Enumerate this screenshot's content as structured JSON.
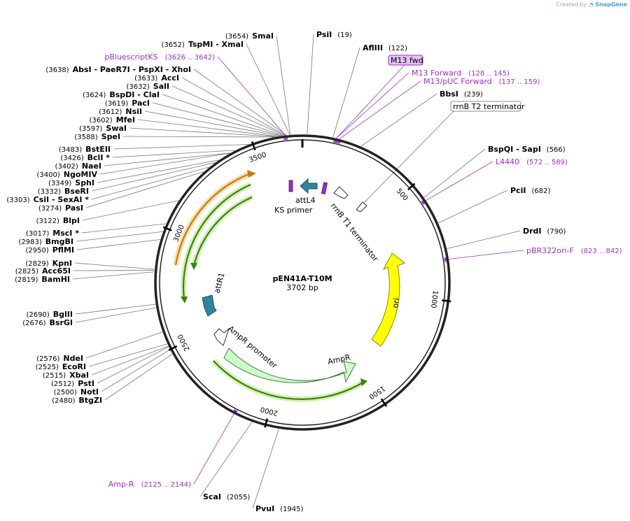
{
  "credit": {
    "prefix": "Created by",
    "brand": "SnapGene"
  },
  "plasmid": {
    "name": "pEN41A-T10M",
    "size_label": "3702 bp",
    "length": 3702
  },
  "ticks": [
    {
      "bp": 500,
      "label": "500"
    },
    {
      "bp": 1000,
      "label": "1000"
    },
    {
      "bp": 1500,
      "label": "1500"
    },
    {
      "bp": 2000,
      "label": "2000"
    },
    {
      "bp": 2500,
      "label": "2500"
    },
    {
      "bp": 3000,
      "label": "3000"
    },
    {
      "bp": 3500,
      "label": "3500"
    }
  ],
  "sites_right": [
    {
      "name": "PsiI",
      "pos": "(19)",
      "bp": 19
    },
    {
      "name": "AflIII",
      "pos": "(122)",
      "bp": 122
    },
    {
      "name": "BbsI",
      "pos": "(239)",
      "bp": 239
    },
    {
      "name": "BspQI   - SapI",
      "pos": "(566)",
      "bp": 566
    },
    {
      "name": "PciI",
      "pos": "(682)",
      "bp": 682
    },
    {
      "name": "DrdI",
      "pos": "(790)",
      "bp": 790
    },
    {
      "name": "PvuI",
      "pos": "(1945)",
      "bp": 1945
    },
    {
      "name": "ScaI",
      "pos": "(2055)",
      "bp": 2055
    }
  ],
  "sites_left": [
    {
      "name": "SmaI",
      "pos": "(3654)",
      "bp": 3654
    },
    {
      "name": "TspMI   - XmaI",
      "pos": "(3652)",
      "bp": 3652
    },
    {
      "name": "AbsI   - PaeR7I   - PspXI   - XhoI",
      "pos": "(3638)",
      "bp": 3638
    },
    {
      "name": "AccI",
      "pos": "(3633)",
      "bp": 3633
    },
    {
      "name": "SalI",
      "pos": "(3632)",
      "bp": 3632
    },
    {
      "name": "BspDI   - ClaI",
      "pos": "(3624)",
      "bp": 3624
    },
    {
      "name": "PacI",
      "pos": "(3619)",
      "bp": 3619
    },
    {
      "name": "NsiI",
      "pos": "(3612)",
      "bp": 3612
    },
    {
      "name": "MfeI",
      "pos": "(3602)",
      "bp": 3602
    },
    {
      "name": "SwaI",
      "pos": "(3597)",
      "bp": 3597
    },
    {
      "name": "SpeI",
      "pos": "(3588)",
      "bp": 3588
    },
    {
      "name": "BstEII",
      "pos": "(3483)",
      "bp": 3483
    },
    {
      "name": "BclI *",
      "pos": "(3426)",
      "bp": 3426
    },
    {
      "name": "NaeI",
      "pos": "(3402)",
      "bp": 3402
    },
    {
      "name": "NgoMIV",
      "pos": "(3400)",
      "bp": 3400
    },
    {
      "name": "SphI",
      "pos": "(3349)",
      "bp": 3349
    },
    {
      "name": "BseRI",
      "pos": "(3332)",
      "bp": 3332
    },
    {
      "name": "CsiI   - SexAI *",
      "pos": "(3303)",
      "bp": 3303
    },
    {
      "name": "PasI",
      "pos": "(3274)",
      "bp": 3274
    },
    {
      "name": "BlpI",
      "pos": "(3122)",
      "bp": 3122
    },
    {
      "name": "MscI *",
      "pos": "(3017)",
      "bp": 3017
    },
    {
      "name": "BmgBI",
      "pos": "(2983)",
      "bp": 2983
    },
    {
      "name": "PflMI",
      "pos": "(2950)",
      "bp": 2950
    },
    {
      "name": "KpnI",
      "pos": "(2829)",
      "bp": 2829
    },
    {
      "name": "Acc65I",
      "pos": "(2825)",
      "bp": 2825
    },
    {
      "name": "BamHI",
      "pos": "(2819)",
      "bp": 2819
    },
    {
      "name": "BglII",
      "pos": "(2690)",
      "bp": 2690
    },
    {
      "name": "BsrGI",
      "pos": "(2676)",
      "bp": 2676
    },
    {
      "name": "NdeI",
      "pos": "(2576)",
      "bp": 2576
    },
    {
      "name": "EcoRI",
      "pos": "(2525)",
      "bp": 2525
    },
    {
      "name": "XbaI",
      "pos": "(2515)",
      "bp": 2515
    },
    {
      "name": "PstI",
      "pos": "(2512)",
      "bp": 2512
    },
    {
      "name": "NotI",
      "pos": "(2500)",
      "bp": 2500
    },
    {
      "name": "BtgZI",
      "pos": "(2480)",
      "bp": 2480
    }
  ],
  "primers": [
    {
      "name": "pBluescriptKS",
      "range": "(3626 .. 3642)",
      "bp": 3634
    },
    {
      "name": "M13 fwd",
      "range": "",
      "bp": 136
    },
    {
      "name": "M13 Forward",
      "range": "(128 .. 145)",
      "bp": 136
    },
    {
      "name": "M13/pUC Forward",
      "range": "(137 .. 159)",
      "bp": 148
    },
    {
      "name": "L4440",
      "range": "(572 .. 589)",
      "bp": 580
    },
    {
      "name": "pBR322ori-F",
      "range": "(823 .. 842)",
      "bp": 832
    },
    {
      "name": "Amp-R",
      "range": "(2125 .. 2144)",
      "bp": 2134
    }
  ],
  "features": [
    {
      "name": "rrnB T2 terminator",
      "boxed": true
    },
    {
      "name": "rrnB T1 terminator"
    },
    {
      "name": "attL4"
    },
    {
      "name": "KS primer"
    },
    {
      "name": "ori"
    },
    {
      "name": "AmpR"
    },
    {
      "name": "AmpR promoter"
    },
    {
      "name": "attR1"
    }
  ],
  "colors": {
    "ori": "#ffff00",
    "ampr": "#ccffcc",
    "att": "#31849b",
    "primer": "#9b30c8",
    "orf_orange": "#e8a53a",
    "orf_green": "#5ca820",
    "terminator": "#ffffff"
  }
}
